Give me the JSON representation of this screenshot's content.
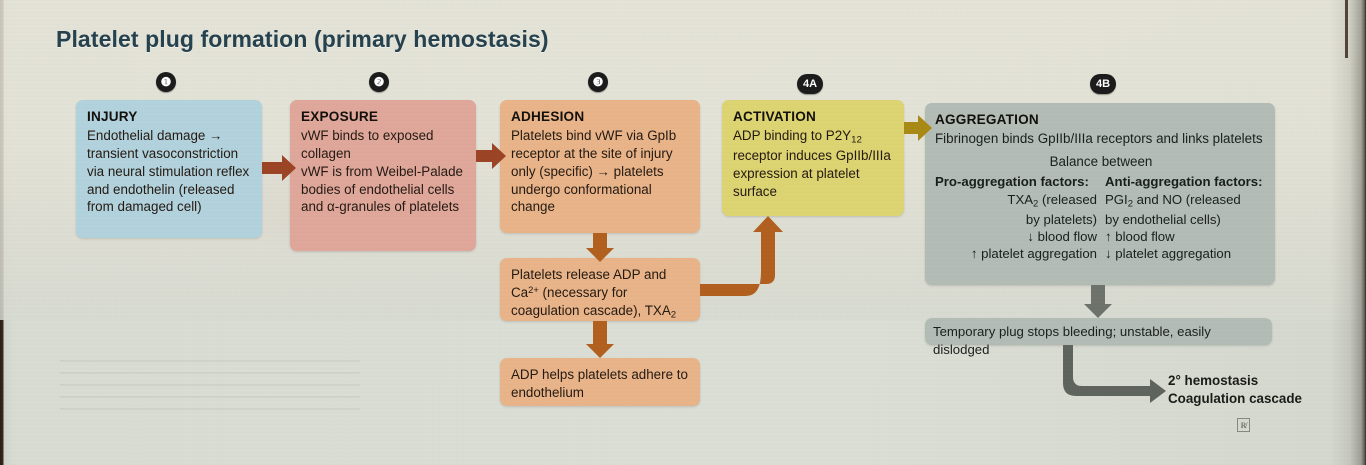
{
  "title": "Platelet plug formation (primary hemostasis)",
  "badges": [
    {
      "id": "1",
      "label": "❶"
    },
    {
      "id": "2",
      "label": "❷"
    },
    {
      "id": "3",
      "label": "❸"
    },
    {
      "id": "4A",
      "label": "4A"
    },
    {
      "id": "4B",
      "label": "4B"
    }
  ],
  "steps": {
    "injury": {
      "heading": "INJURY",
      "body": "Endothelial damage → transient vasoconstriction via neural stimulation reflex and endothelin (released from damaged cell)",
      "color": "#b2d2dd"
    },
    "exposure": {
      "heading": "EXPOSURE",
      "body": "vWF binds to exposed collagen\nvWF is from Weibel-Palade bodies of endothelial cells and α-granules of platelets",
      "color": "#e0a79b"
    },
    "adhesion": {
      "heading": "ADHESION",
      "body": "Platelets bind vWF via GpIb receptor at the site of injury only (specific) → platelets undergo conformational change",
      "color": "#e9b489"
    },
    "activation": {
      "heading": "ACTIVATION",
      "body_pre": "ADP binding to P2Y",
      "body_sub": "12",
      "body_post": " receptor induces GpIIb/IIIa expression at platelet surface",
      "color": "#ddd472"
    },
    "aggregation": {
      "heading": "AGGREGATION",
      "body": "Fibrinogen binds GpIIb/IIIa receptors and links platelets",
      "balance_label": "Balance between",
      "pro": {
        "heading": "Pro-aggregation factors:",
        "line1_pre": "TXA",
        "line1_sub": "2",
        "line1_post": " (released",
        "line2": "by platelets)",
        "line3": "↓ blood flow",
        "line4": "↑ platelet aggregation"
      },
      "anti": {
        "heading": "Anti-aggregation factors:",
        "line1_pre": "PGI",
        "line1_sub": "2",
        "line1_post": " and NO (released",
        "line2": "by endothelial cells)",
        "line3": "↑ blood flow",
        "line4": "↓ platelet aggregation"
      },
      "color": "#b3bdb6"
    }
  },
  "sub_boxes": {
    "release": {
      "line1": "Platelets release ADP and",
      "line2_pre": "Ca",
      "line2_sup": "2+",
      "line2_post": " (necessary for",
      "line3_pre": "coagulation cascade), TXA",
      "line3_sub": "2",
      "color": "#e9b489"
    },
    "adhere": {
      "text": "ADP helps platelets adhere to endothelium",
      "color": "#e9b489"
    },
    "temporary_plug": {
      "text": "Temporary plug stops bleeding; unstable, easily dislodged",
      "color": "#b3bdb6"
    }
  },
  "outcome": {
    "line1": "2° hemostasis",
    "line2": "Coagulation cascade",
    "marker": "R̸"
  },
  "colors": {
    "title": "#27424f",
    "arrow_red": "#9c4526",
    "arrow_orange": "#b2601f",
    "arrow_olive": "#a98a16",
    "arrow_grey": "#6e736c",
    "paper": "#dcdfd5"
  }
}
